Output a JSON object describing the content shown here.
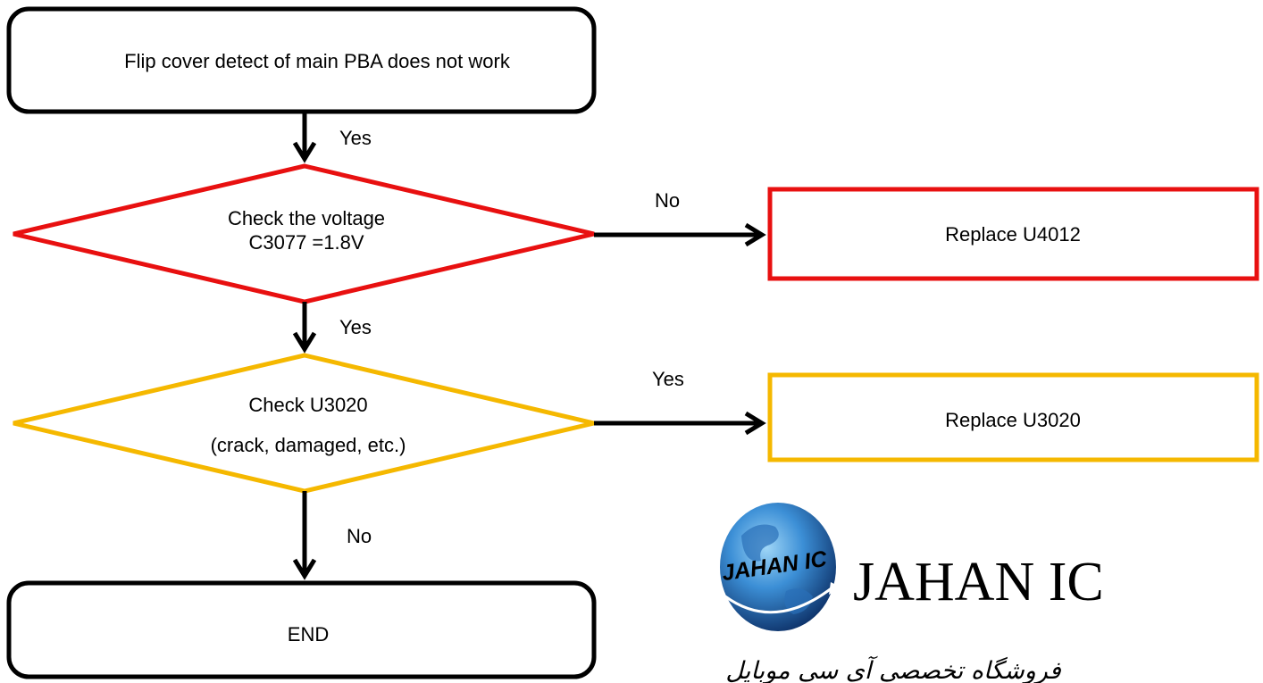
{
  "nodes": {
    "start": {
      "label": "Flip cover detect of main PBA does not work"
    },
    "check_voltage": {
      "line1": "Check the voltage",
      "line2": "C3077 =1.8V",
      "color": "#e81010"
    },
    "replace_u4012": {
      "label": "Replace U4012",
      "color": "#e81010"
    },
    "check_u3020": {
      "line1": "Check U3020",
      "line2": "(crack, damaged, etc.)",
      "color": "#f5b800"
    },
    "replace_u3020": {
      "label": "Replace U3020",
      "color": "#f5b800"
    },
    "end": {
      "label": "END"
    }
  },
  "edges": {
    "start_to_voltage": "Yes",
    "voltage_to_u4012": "No",
    "voltage_to_u3020": "Yes",
    "u3020_to_replace": "Yes",
    "u3020_to_end": "No"
  },
  "logo": {
    "wordmark": "JAHAN IC",
    "globe_text": "JAHAN IC",
    "tagline": "فروشگاه تخصصی آی سی موبایل",
    "colors": {
      "wordmark": "#1f3f77",
      "accent": "#2f9fdb",
      "globe_dark": "#0f3c7c",
      "globe_light": "#5aaee6"
    }
  }
}
